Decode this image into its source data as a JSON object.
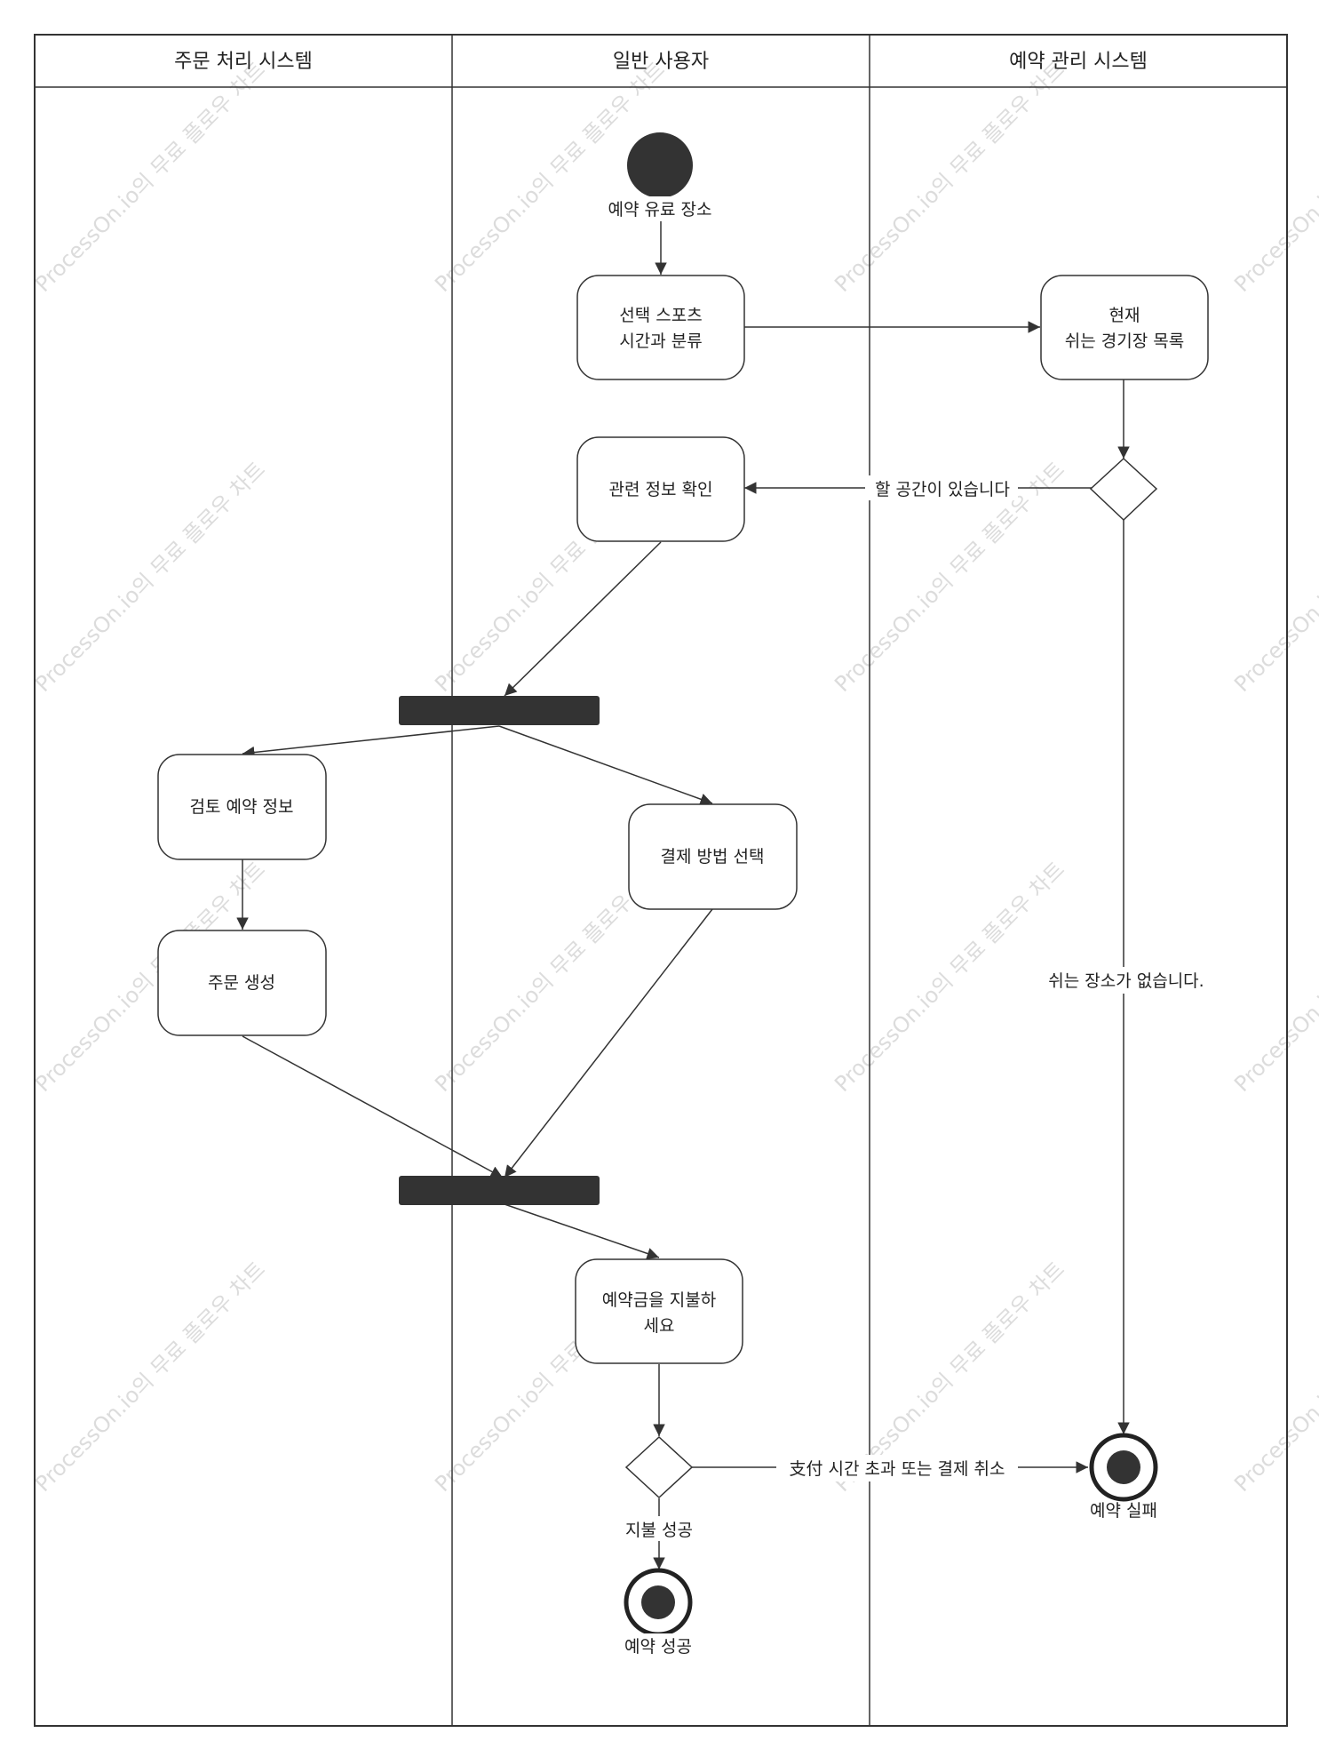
{
  "lanes": [
    {
      "id": "order",
      "title": "주문 처리 시스템"
    },
    {
      "id": "user",
      "title": "일반 사용자"
    },
    {
      "id": "booking",
      "title": "예약 관리 시스템"
    }
  ],
  "nodes": {
    "start_label": "예약 유료 장소",
    "select_sport": [
      "선택 스포츠",
      "시간과 분류"
    ],
    "venue_list": [
      "현재",
      "쉬는 경기장 목록"
    ],
    "check_info": "관련 정보 확인",
    "review_booking": "검토 예약 정보",
    "create_order": "주문 생성",
    "choose_payment": "결제 방법 선택",
    "pay_deposit": [
      "예약금을 지불하",
      "세요"
    ],
    "fail_label": "예약 실패",
    "success_label": "예약 성공"
  },
  "edge_labels": {
    "has_space": "할 공간이 있습니다",
    "no_space": "쉬는 장소가 없습니다.",
    "timeout": "支付 시간 초과 또는 결제 취소",
    "pay_success": "지불 성공"
  },
  "watermark": "ProcessOn.io의 무료 플로우 차트",
  "colors": {
    "stroke": "#333333",
    "fill_dark": "#333333",
    "watermark": "#dcdcdc"
  }
}
